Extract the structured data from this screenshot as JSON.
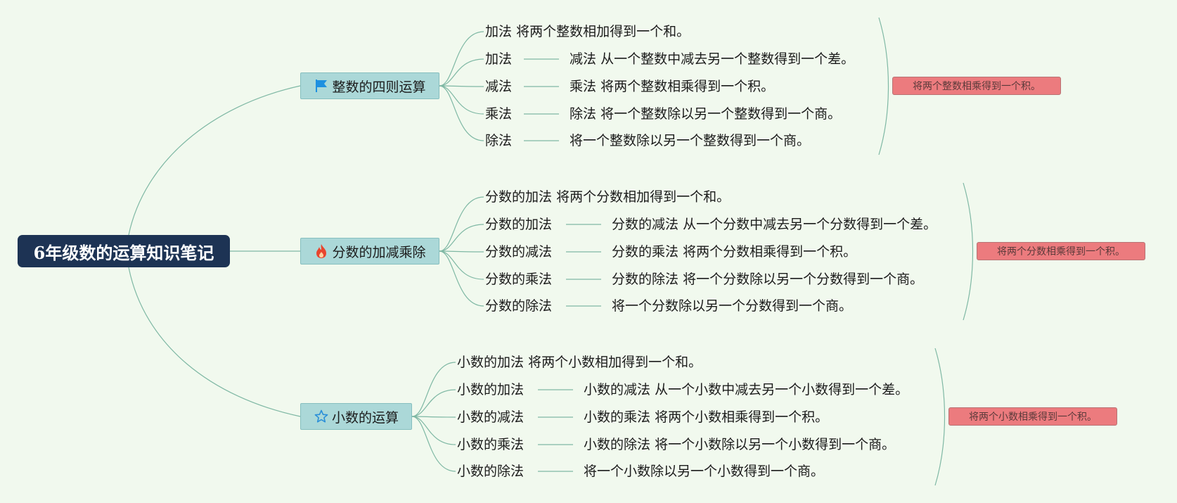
{
  "root": {
    "title": "6年级数的运算知识笔记"
  },
  "colors": {
    "edge": "#7fb8a4",
    "note_bg": "#ec7b7e",
    "root_bg": "#1d3354",
    "branch_bg": "#abd8d8",
    "flag": "#1e90e0",
    "fire": "#e8452e",
    "star": "#2a8fd8"
  },
  "branches": [
    {
      "id": "integer",
      "icon": "flag-icon",
      "title": "整数的四则运算",
      "top": {
        "op": "加法",
        "desc": "将两个整数相加得到一个和。"
      },
      "rows": [
        {
          "left": "加法",
          "op": "减法",
          "desc": "从一个整数中减去另一个整数得到一个差。"
        },
        {
          "left": "减法",
          "op": "乘法",
          "desc": "将两个整数相乘得到一个积。"
        },
        {
          "left": "乘法",
          "op": "除法",
          "desc": "将一个整数除以另一个整数得到一个商。"
        },
        {
          "left": "除法",
          "op": "",
          "desc": "将一个整数除以另一个整数得到一个商。"
        }
      ],
      "note": "将两个整数相乘得到一个积。"
    },
    {
      "id": "fraction",
      "icon": "fire-icon",
      "title": "分数的加减乘除",
      "top": {
        "op": "分数的加法",
        "desc": "将两个分数相加得到一个和。"
      },
      "rows": [
        {
          "left": "分数的加法",
          "op": "分数的减法",
          "desc": "从一个分数中减去另一个分数得到一个差。"
        },
        {
          "left": "分数的减法",
          "op": "分数的乘法",
          "desc": "将两个分数相乘得到一个积。"
        },
        {
          "left": "分数的乘法",
          "op": "分数的除法",
          "desc": "将一个分数除以另一个分数得到一个商。"
        },
        {
          "left": "分数的除法",
          "op": "",
          "desc": "将一个分数除以另一个分数得到一个商。"
        }
      ],
      "note": "将两个分数相乘得到一个积。"
    },
    {
      "id": "decimal",
      "icon": "star-icon",
      "title": "小数的运算",
      "top": {
        "op": "小数的加法",
        "desc": "将两个小数相加得到一个和。"
      },
      "rows": [
        {
          "left": "小数的加法",
          "op": "小数的减法",
          "desc": "从一个小数中减去另一个小数得到一个差。"
        },
        {
          "left": "小数的减法",
          "op": "小数的乘法",
          "desc": "将两个小数相乘得到一个积。"
        },
        {
          "left": "小数的乘法",
          "op": "小数的除法",
          "desc": "将一个小数除以另一个小数得到一个商。"
        },
        {
          "left": "小数的除法",
          "op": "",
          "desc": "将一个小数除以另一个小数得到一个商。"
        }
      ],
      "note": "将两个小数相乘得到一个积。"
    }
  ]
}
